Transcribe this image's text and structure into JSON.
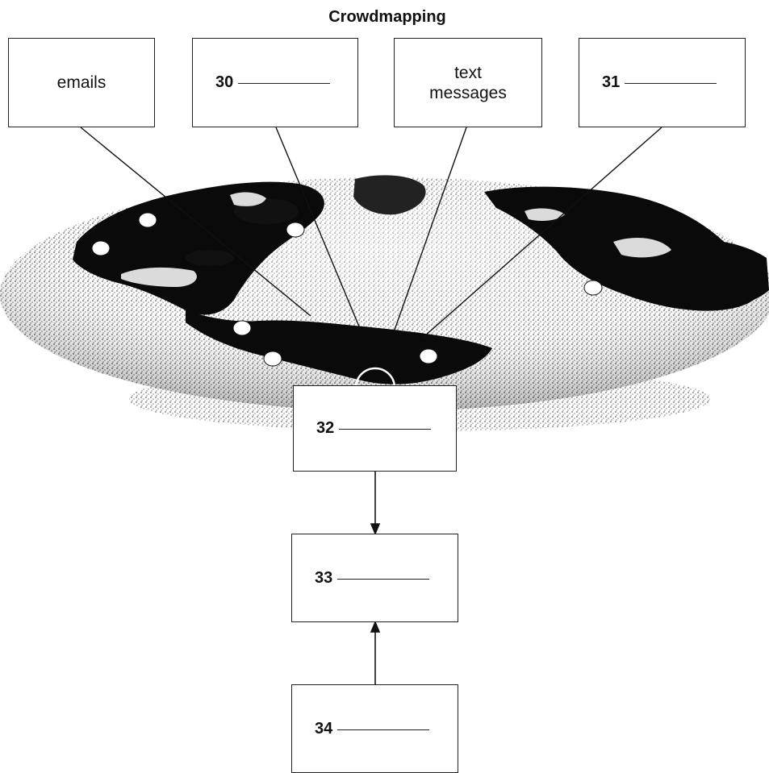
{
  "title": "Crowdmapping",
  "top_boxes": [
    {
      "text": "emails"
    },
    {
      "num": "30"
    },
    {
      "text": "text\nmessages"
    },
    {
      "num": "31"
    }
  ],
  "flow_boxes": [
    {
      "num": "32"
    },
    {
      "num": "33"
    },
    {
      "num": "34"
    }
  ],
  "colors": {
    "ink": "#111111",
    "globe_land": "#0a0a0a",
    "ocean_stipple": "#9a9a9a",
    "marker": "#ffffff"
  }
}
